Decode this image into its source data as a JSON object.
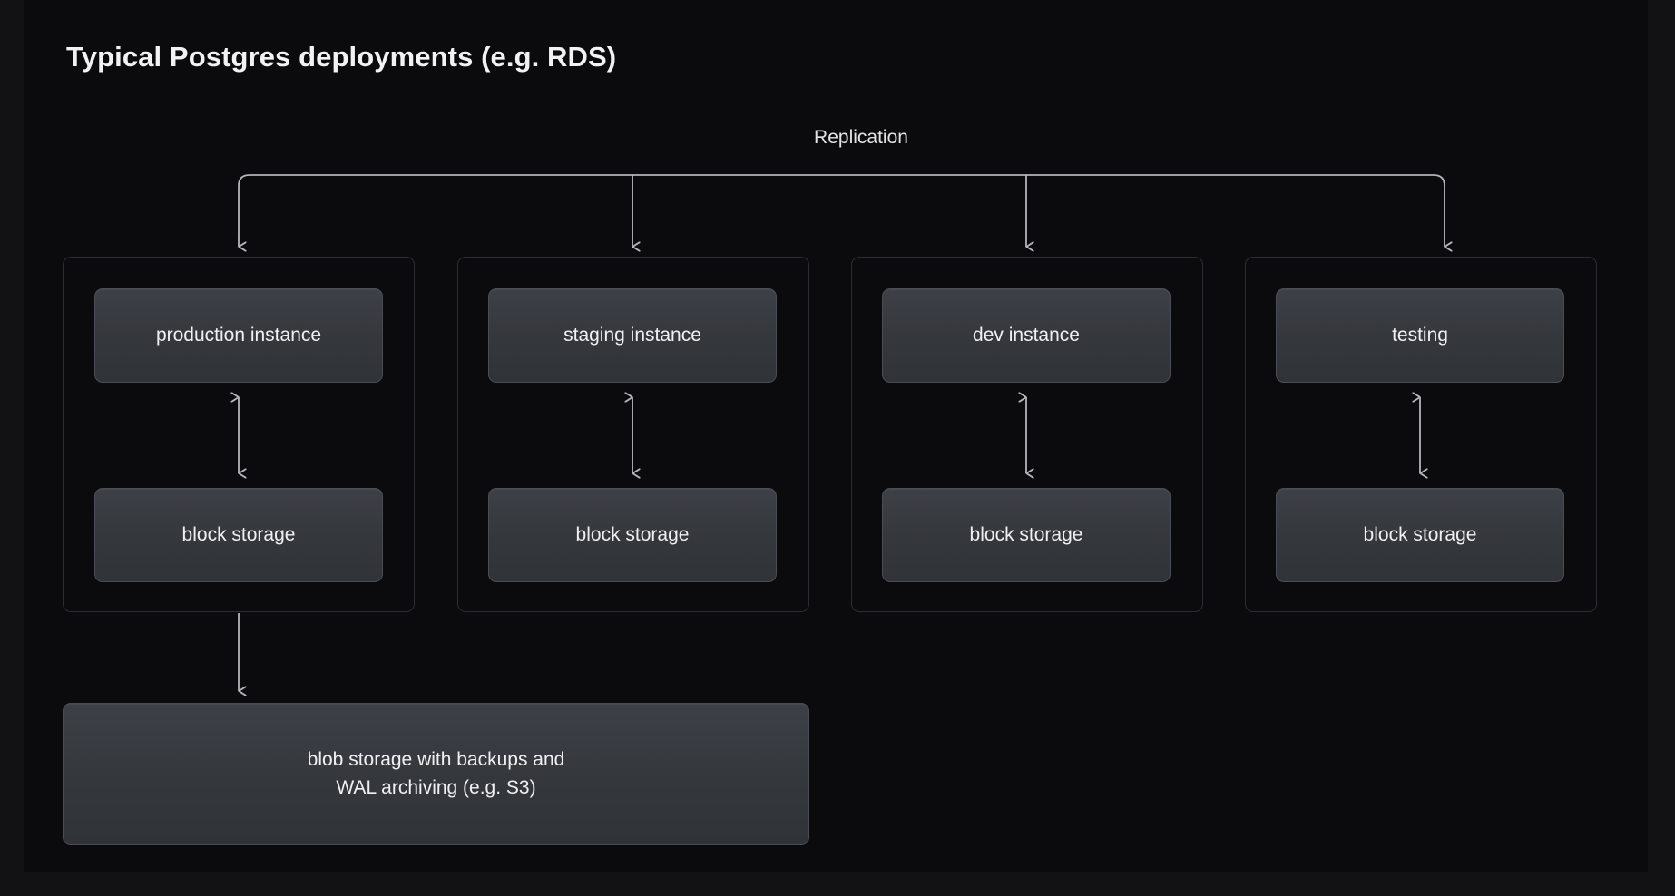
{
  "page": {
    "title": "Typical Postgres deployments (e.g. RDS)",
    "background_color": "#0b0b0d",
    "outer_background_color": "#121214",
    "text_color": "#f0f0f2",
    "node_fill_color": "#3a3d43",
    "node_border_color": "#4a4d53",
    "group_border_color": "#2b2d31",
    "connector_color": "#b5b6ba"
  },
  "replication": {
    "label": "Replication"
  },
  "environments": [
    {
      "id": "production",
      "instance_label": "production instance",
      "storage_label": "block storage"
    },
    {
      "id": "staging",
      "instance_label": "staging instance",
      "storage_label": "block storage"
    },
    {
      "id": "dev",
      "instance_label": "dev instance",
      "storage_label": "block storage"
    },
    {
      "id": "testing",
      "instance_label": "testing",
      "storage_label": "block storage"
    }
  ],
  "blob_storage": {
    "label": "blob storage with backups and\nWAL archiving (e.g. S3)"
  }
}
